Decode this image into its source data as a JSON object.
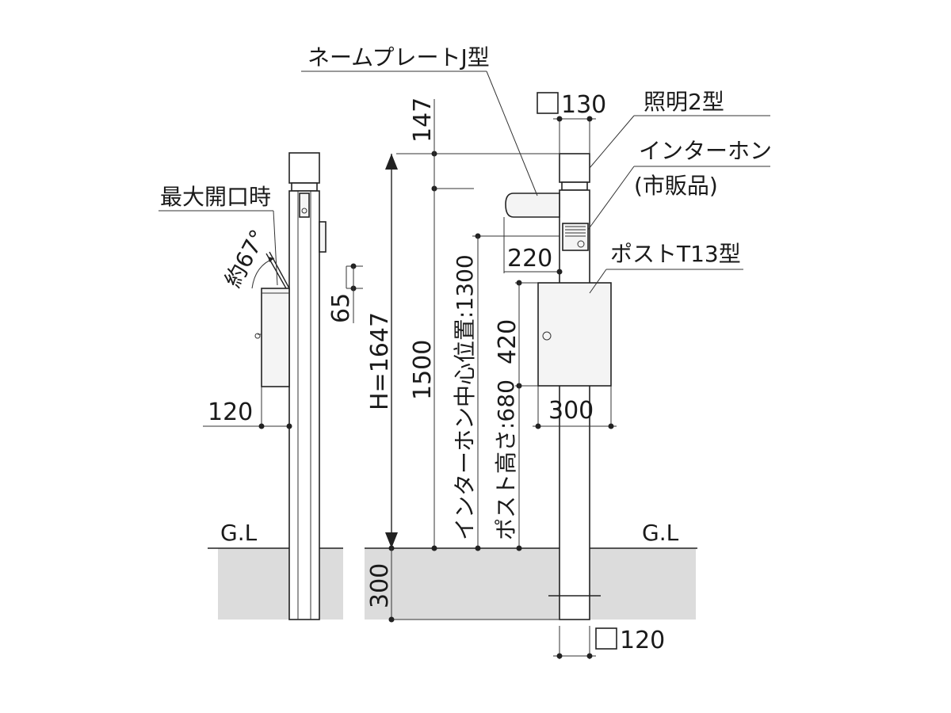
{
  "labels": {
    "nameplate": "ネームプレートJ型",
    "max_open": "最大開口時",
    "angle": "約67°",
    "light": "照明2型",
    "intercom": "インターホン",
    "intercom_sub": "(市販品)",
    "post_type": "ポストT13型",
    "gl_left": "G.L",
    "gl_right": "G.L"
  },
  "dimensions": {
    "top_130": "130",
    "dim_147": "147",
    "h_total": "H=1647",
    "dim_1500": "1500",
    "intercom_center": "インターホン中心位置:1300",
    "post_height": "ポスト高さ:680",
    "dim_220": "220",
    "dim_420": "420",
    "dim_300_post": "300",
    "dim_65": "65",
    "dim_120_side": "120",
    "dim_300_ground": "300",
    "bottom_120": "120"
  }
}
